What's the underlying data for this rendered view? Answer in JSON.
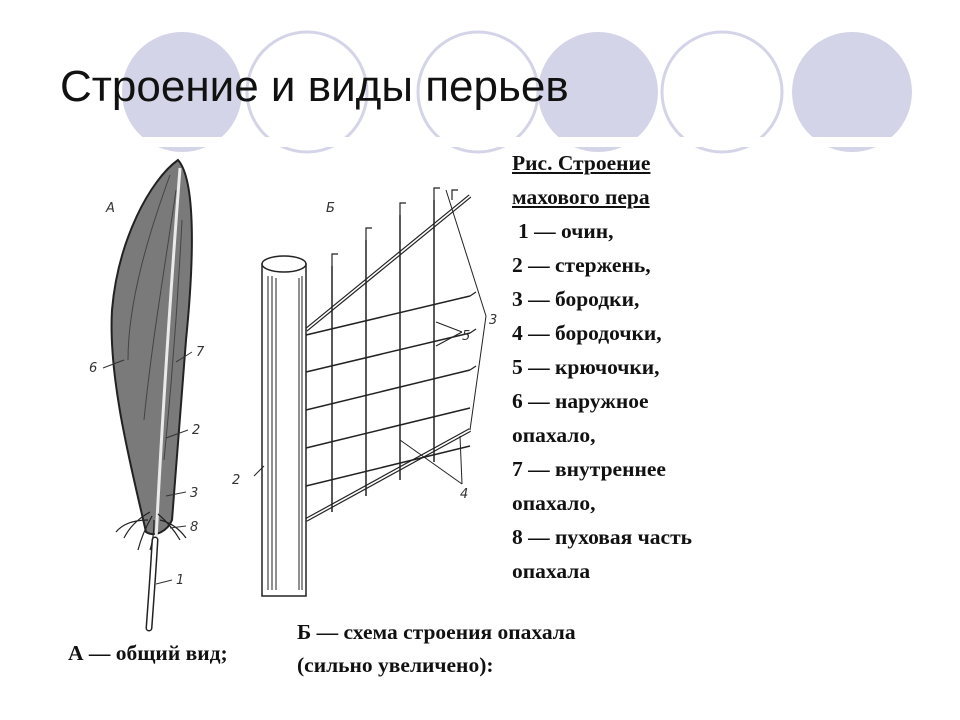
{
  "slide": {
    "title": "Строение  и виды перьев"
  },
  "caption": {
    "title_lines": [
      "Рис. Строение",
      "махового пера"
    ],
    "legend": [
      "1 — очин,",
      "2 — стержень,",
      "3 — бородки,",
      "4 — бородочки,",
      "5 — крючочки,",
      "6 — наружное",
      "опахало,",
      "7 — внутреннее",
      "опахало,",
      "8 — пуховая часть",
      "опахала"
    ]
  },
  "figure_a": {
    "letter": "А",
    "labels": [
      "6",
      "7",
      "2",
      "3",
      "8",
      "1"
    ],
    "caption": "А — общий вид;"
  },
  "figure_b": {
    "letter": "Б",
    "labels": [
      "3",
      "5",
      "2",
      "4"
    ],
    "caption_lines": [
      "Б — схема строения опахала",
      "(сильно увеличено):"
    ]
  },
  "colors": {
    "decor_circle_fill": "#d4d4e8",
    "ink": "#222222"
  }
}
